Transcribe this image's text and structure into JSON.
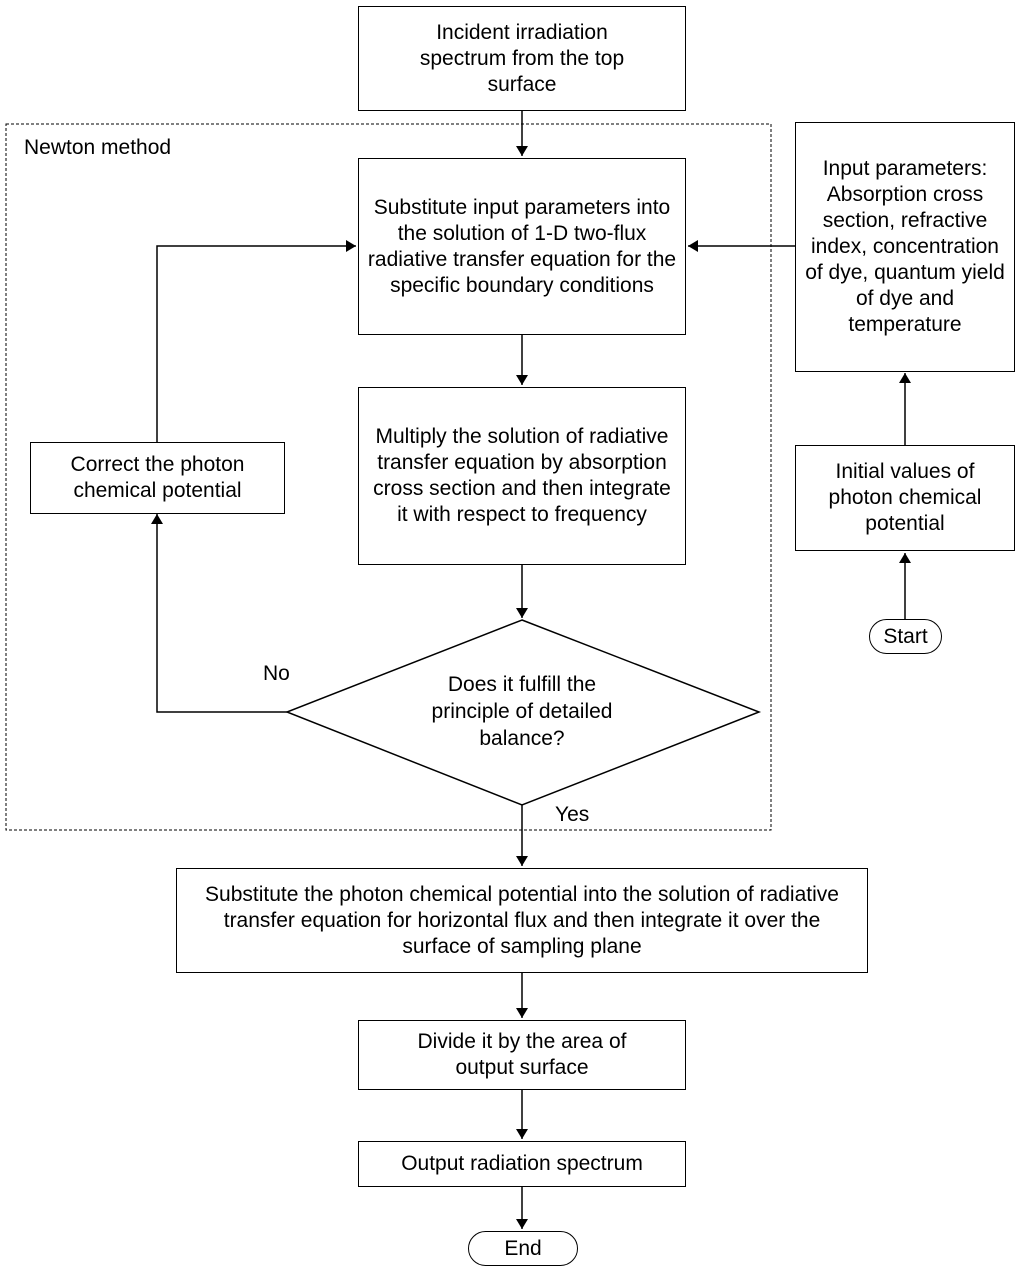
{
  "group": {
    "label": "Newton method"
  },
  "nodes": {
    "incident": "Incident irradiation spectrum from the top surface",
    "substitute": "Substitute input parameters into the solution of 1-D two-flux radiative transfer equation for the specific boundary conditions",
    "multiply": "Multiply the solution of radiative transfer equation by absorption cross section and then integrate it with respect to frequency",
    "decision": "Does it fulfill the principle of detailed balance?",
    "correct": "Correct the photon chemical potential",
    "input_params": "Input parameters: Absorption cross section, refractive index, concentration of dye, quantum yield of dye and temperature",
    "initial": "Initial values of photon chemical potential",
    "start": "Start",
    "substitute_photon": "Substitute the photon chemical potential into the solution of radiative transfer equation for horizontal flux and then integrate it over the surface of sampling plane",
    "divide": "Divide it by the area of output surface",
    "output": "Output radiation spectrum",
    "end": "End"
  },
  "edge_labels": {
    "no": "No",
    "yes": "Yes"
  }
}
